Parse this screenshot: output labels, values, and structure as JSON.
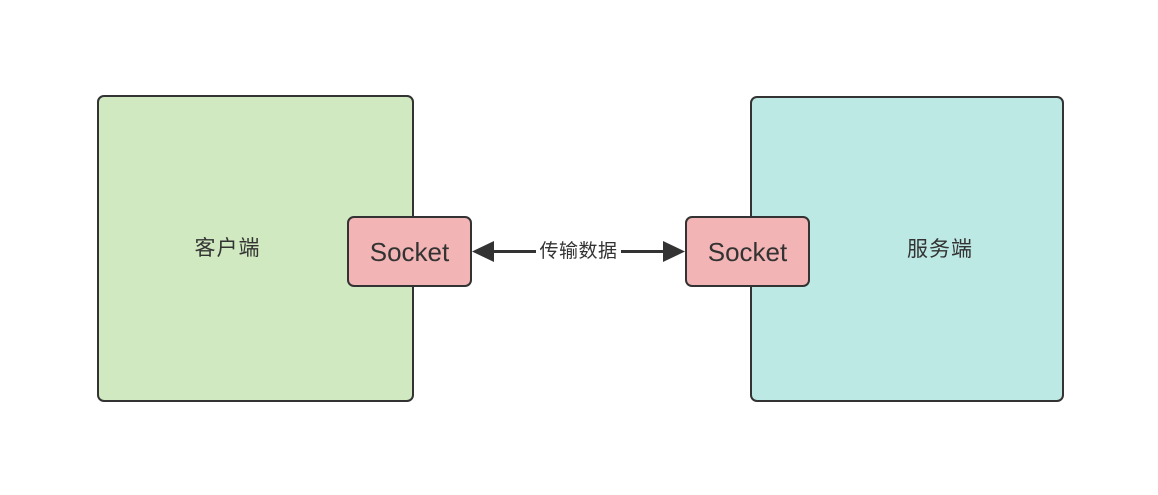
{
  "diagram": {
    "type": "socket-communication",
    "background_color": "#ffffff",
    "nodes": [
      {
        "id": "client",
        "label": "客户端",
        "fill": "#d0e9c0",
        "stroke": "#333333"
      },
      {
        "id": "server",
        "label": "服务端",
        "fill": "#bde9e5",
        "stroke": "#333333"
      }
    ],
    "sockets": [
      {
        "id": "socket-client",
        "label": "Socket",
        "fill": "#f2b4b4",
        "stroke": "#333333"
      },
      {
        "id": "socket-server",
        "label": "Socket",
        "fill": "#f2b4b4",
        "stroke": "#333333"
      }
    ],
    "connector": {
      "label": "传输数据",
      "direction": "bidirectional",
      "stroke": "#333333",
      "arrow_left": "arrow-left-icon",
      "arrow_right": "arrow-right-icon"
    }
  }
}
